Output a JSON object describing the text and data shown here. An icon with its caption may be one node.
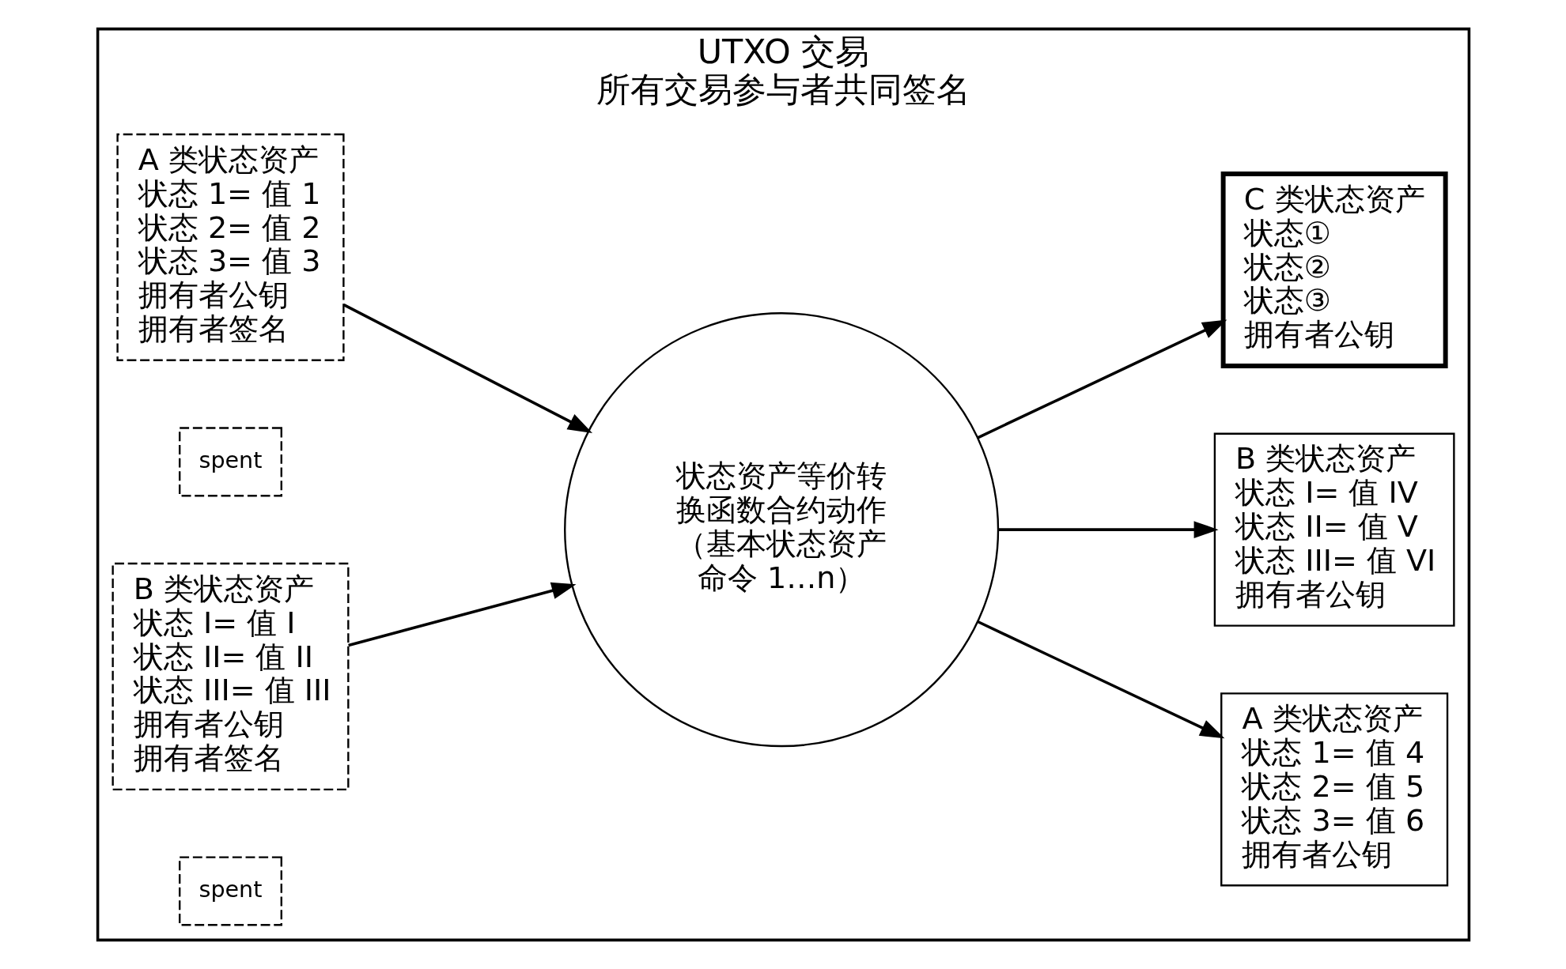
{
  "diagram": {
    "nodes": [
      {
        "text": [
          "UTXO 交易",
          "所有交易参与者共同签名"
        ]
      },
      {
        "text": [
          "A 类状态资产",
          "状态 1= 值 1",
          "状态 2= 值 2",
          "状态 3= 值 3",
          "拥有者公钥",
          "拥有者签名"
        ],
        "in": 0
      },
      {
        "text": [
          "spent"
        ],
        "in": 0
      },
      {
        "text": [
          "B 类状态资产",
          "状态 I= 值 I",
          "状态 II= 值 II",
          "状态 III= 值 III",
          "拥有者公钥",
          "拥有者签名"
        ],
        "in": 0
      },
      {
        "text": [
          "spent"
        ],
        "in": 0
      },
      {
        "text": [
          "状态资产等价转换函数合约动作（基本状态资产命令 1…n）"
        ],
        "in": 0
      },
      {
        "text": [
          "A 类状态资产",
          "状态 1= 值 4",
          "状态 2= 值 5",
          "状态 3= 值 6",
          "拥有者公钥"
        ],
        "in": 0
      },
      {
        "text": [
          "B 类状态资产",
          "状态 I= 值 IV",
          "状态 II= 值 V",
          "状态 III= 值 VI",
          "拥有者公钥"
        ],
        "in": 0
      },
      {
        "text": [
          "C 类状态资产",
          "状态①",
          "状态②",
          "状态③",
          "拥有者公钥"
        ],
        "in": 0
      }
    ],
    "edges": [
      {
        "from": 1,
        "to": 5,
        "arrow": "to"
      },
      {
        "from": 3,
        "to": 5,
        "arrow": "to"
      },
      {
        "from": 5,
        "to": 6,
        "arrow": "to"
      },
      {
        "from": 5,
        "to": 7,
        "arrow": "to"
      },
      {
        "from": 5,
        "to": 8,
        "arrow": "to"
      }
    ]
  }
}
